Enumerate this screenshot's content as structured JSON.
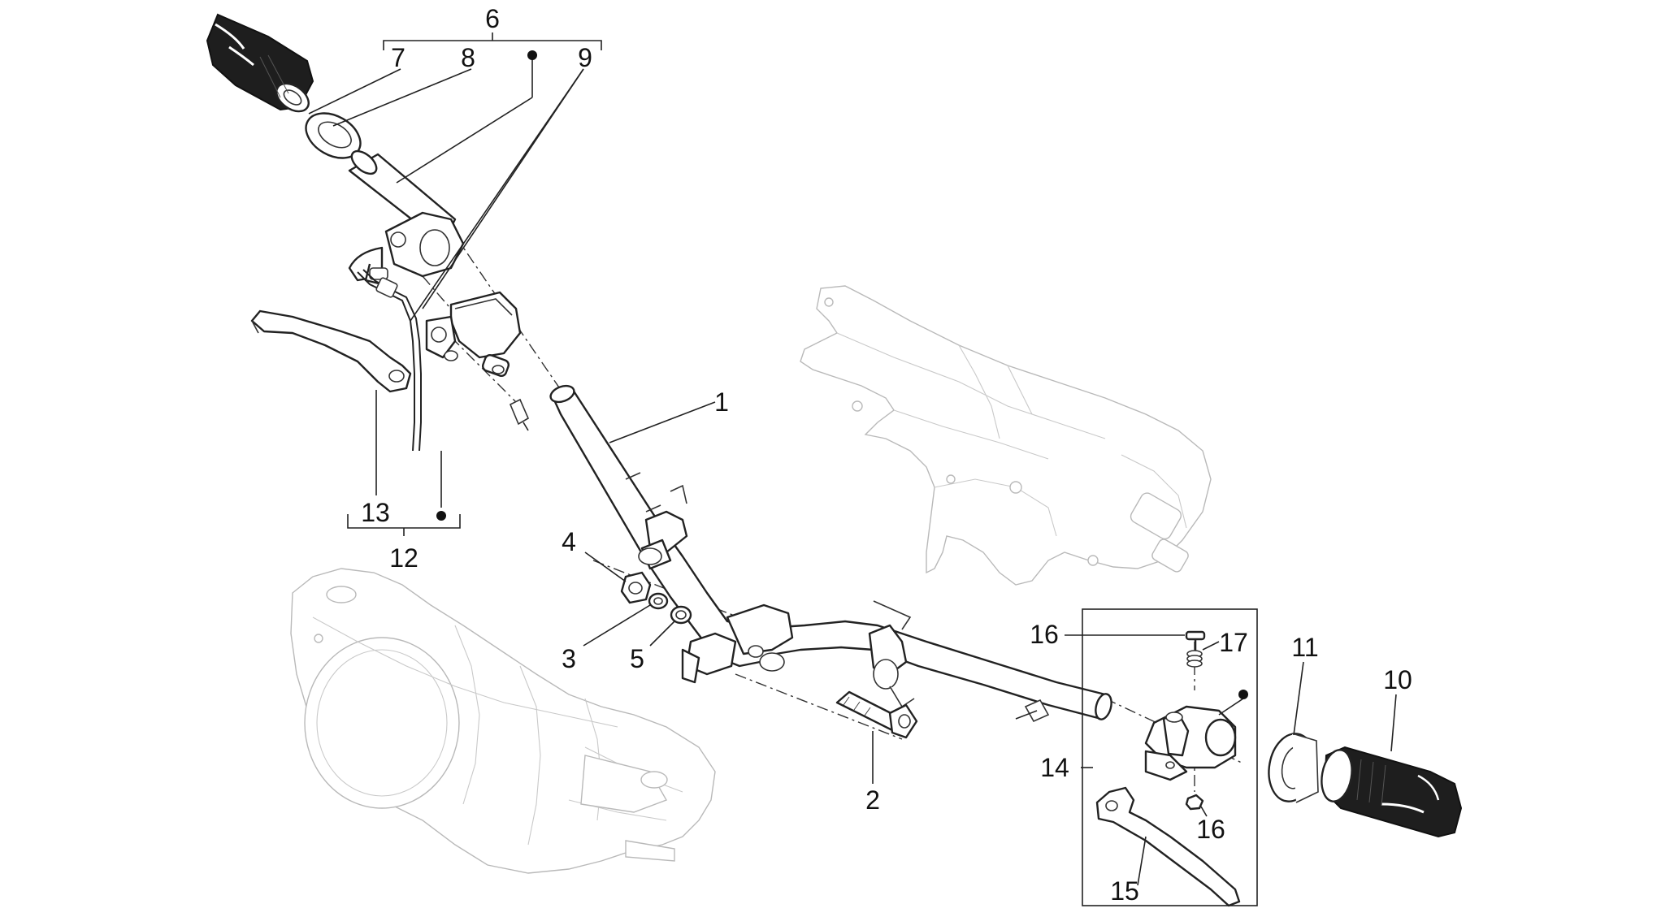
{
  "colors": {
    "ink": "#111111",
    "line": "#222222",
    "ghost": "#b9b9b9",
    "grip": "#1e1e1e"
  },
  "labels": {
    "l1": "1",
    "l2": "2",
    "l3": "3",
    "l4": "4",
    "l5": "5",
    "l6": "6",
    "l7": "7",
    "l8": "8",
    "l9": "9",
    "l10": "10",
    "l11": "11",
    "l12": "12",
    "l13": "13",
    "l14": "14",
    "l15": "15",
    "l16a": "16",
    "l16b": "16",
    "l17": "17"
  }
}
